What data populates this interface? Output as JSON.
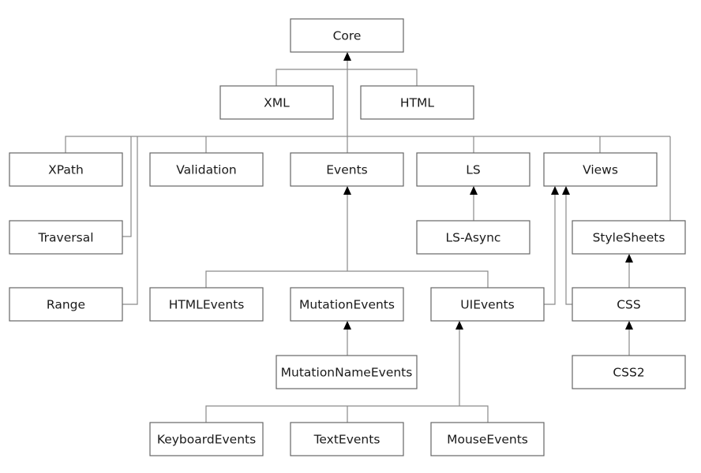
{
  "diagram": {
    "modules": {
      "core": "Core",
      "xml": "XML",
      "html": "HTML",
      "xpath": "XPath",
      "validation": "Validation",
      "events": "Events",
      "ls": "LS",
      "views": "Views",
      "traversal": "Traversal",
      "ls_async": "LS-Async",
      "stylesheets": "StyleSheets",
      "range": "Range",
      "htmlevents": "HTMLEvents",
      "mutationevents": "MutationEvents",
      "uievents": "UIEvents",
      "css": "CSS",
      "mutationnameevents": "MutationNameEvents",
      "css2": "CSS2",
      "keyboardevents": "KeyboardEvents",
      "textevents": "TextEvents",
      "mouseevents": "MouseEvents"
    },
    "line_color": "#8a8a8a",
    "box_border_color": "#666666",
    "arrow_color": "#000000"
  }
}
